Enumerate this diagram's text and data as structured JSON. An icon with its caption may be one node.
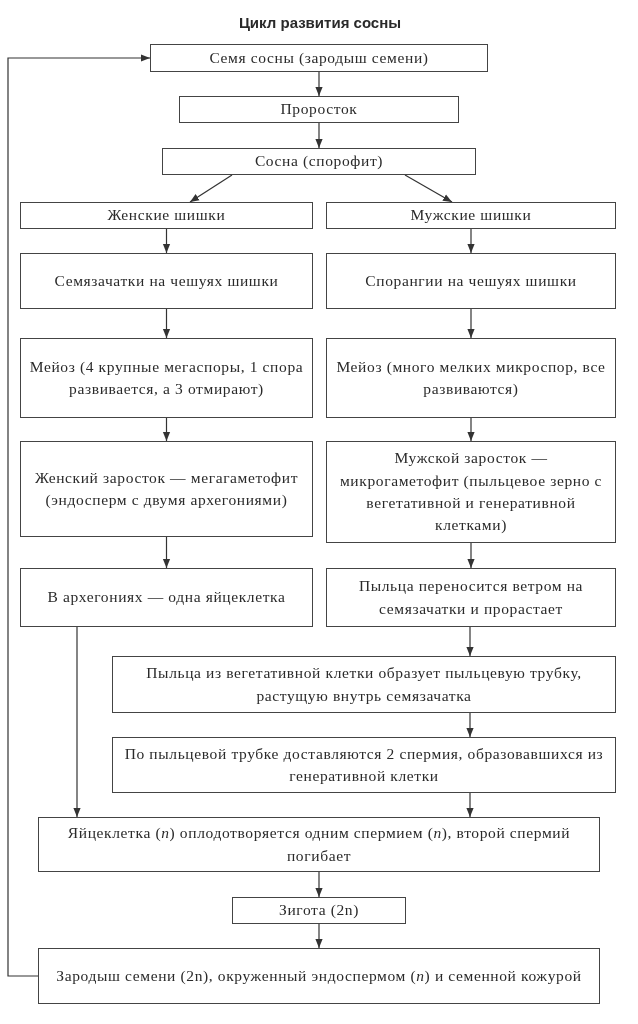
{
  "diagram": {
    "title": "Цикл развития сосны",
    "nodes": [
      {
        "text": [
          "Семя сосны (зародыш семени)"
        ]
      },
      {
        "text": [
          "Проросток"
        ]
      },
      {
        "text": [
          "Сосна (спорофит)"
        ]
      },
      {
        "text": [
          "Женские шишки"
        ]
      },
      {
        "text": [
          "Мужские шишки"
        ]
      },
      {
        "text": [
          "Семязачатки на чешуях шишки"
        ]
      },
      {
        "text": [
          "Спорангии на чешуях шишки"
        ]
      },
      {
        "text": [
          "Мейоз (4 крупные мегаспоры, 1 спора развивается, а 3 отмирают)"
        ]
      },
      {
        "text": [
          "Мейоз (много мелких микроспор, все развиваются)"
        ]
      },
      {
        "text": [
          "Женский заросток — мегагаметофит (эндосперм с двумя архегониями)"
        ]
      },
      {
        "text": [
          "Мужской заросток — микрогаметофит (пыльцевое зерно с вегетативной и генеративной клетками)"
        ]
      },
      {
        "text": [
          "В архегониях — одна яйцеклетка"
        ]
      },
      {
        "text": [
          "Пыльца переносится ветром на семязачатки и прорастает"
        ]
      },
      {
        "text": [
          "Пыльца из вегетативной клетки образует пыльцевую трубку, растущую внутрь семязачатка"
        ]
      },
      {
        "text": [
          "По пыльцевой трубке доставляются 2 спермия, образовавшихся из генеративной клетки"
        ]
      },
      {
        "text": [
          "Яйцеклетка (*n*) оплодотворяется одним спермием (*n*), второй спермий погибает"
        ]
      },
      {
        "text": [
          "Зигота (2n)"
        ]
      },
      {
        "text": [
          "Зародыш семени (2n), окруженный эндоспермом (*n*) и семенной кожурой"
        ]
      }
    ],
    "edges": [
      {
        "from": 0,
        "to": 1,
        "arrow": "to"
      },
      {
        "from": 1,
        "to": 2,
        "arrow": "to"
      },
      {
        "from": 2,
        "to": 3,
        "arrow": "to"
      },
      {
        "from": 2,
        "to": 4,
        "arrow": "to"
      },
      {
        "from": 3,
        "to": 5,
        "arrow": "to"
      },
      {
        "from": 4,
        "to": 6,
        "arrow": "to"
      },
      {
        "from": 5,
        "to": 7,
        "arrow": "to"
      },
      {
        "from": 6,
        "to": 8,
        "arrow": "to"
      },
      {
        "from": 7,
        "to": 9,
        "arrow": "to"
      },
      {
        "from": 8,
        "to": 10,
        "arrow": "to"
      },
      {
        "from": 9,
        "to": 11,
        "arrow": "to"
      },
      {
        "from": 10,
        "to": 12,
        "arrow": "to"
      },
      {
        "from": 12,
        "to": 13,
        "arrow": "to"
      },
      {
        "from": 13,
        "to": 14,
        "arrow": "to"
      },
      {
        "from": 11,
        "to": 15,
        "arrow": "to"
      },
      {
        "from": 14,
        "to": 15,
        "arrow": "to"
      },
      {
        "from": 15,
        "to": 16,
        "arrow": "to"
      },
      {
        "from": 16,
        "to": 17,
        "arrow": "to"
      },
      {
        "from": 17,
        "to": 0,
        "arrow": "to"
      }
    ]
  }
}
